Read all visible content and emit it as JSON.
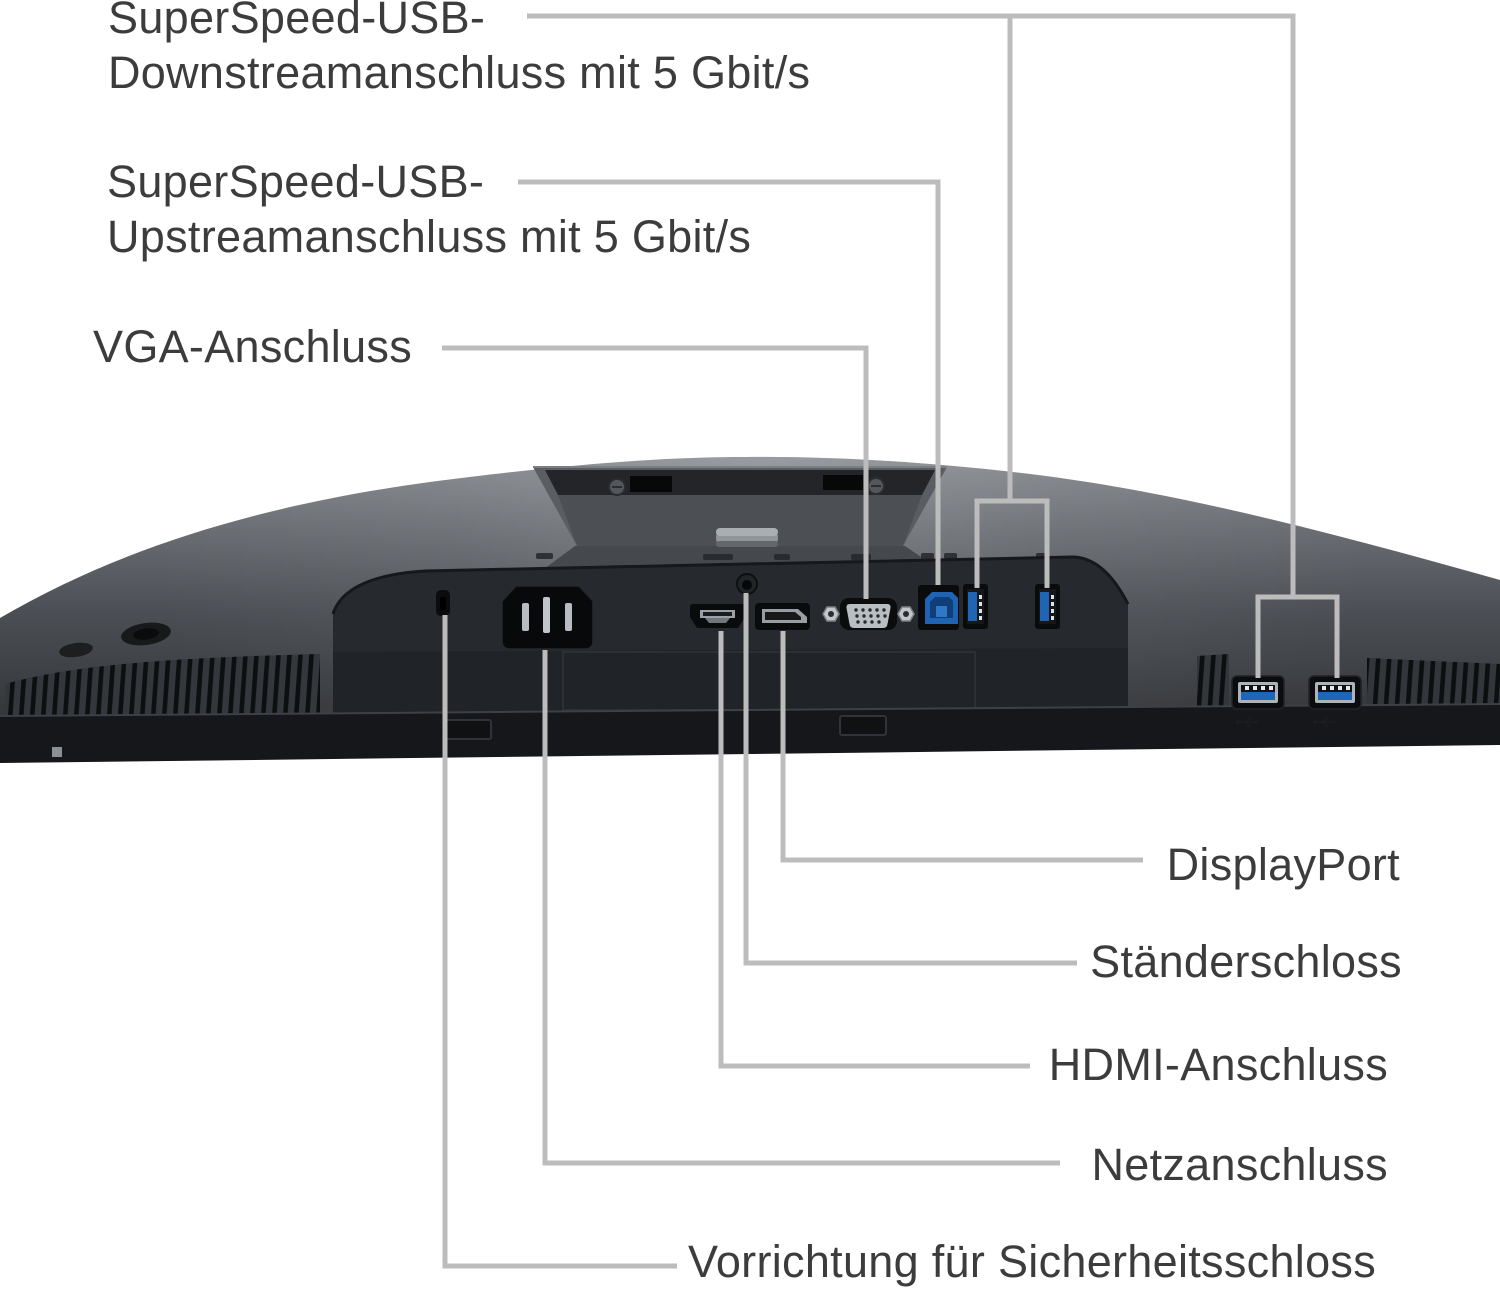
{
  "diagram_title": "Monitor rear port callout diagram",
  "colors": {
    "background": "#ffffff",
    "leader_line": "#bcbcbc",
    "label_text": "#3c3c3c",
    "usb_blue": "#1f64b2",
    "monitor_dark": "#2c2f33",
    "bezel": "#15171a"
  },
  "labels": {
    "downstream_line1": "SuperSpeed-USB-",
    "downstream_line2": "Downstreamanschluss mit 5 Gbit/s",
    "upstream_line1": "SuperSpeed-USB-",
    "upstream_line2": "Upstreamanschluss mit 5 Gbit/s",
    "vga": "VGA-Anschluss",
    "displayport": "DisplayPort",
    "stand_lock": "Ständerschloss",
    "hdmi": "HDMI-Anschluss",
    "power": "Netzanschluss",
    "security_slot": "Vorrichtung für Sicherheitsschloss"
  },
  "ports": [
    {
      "name": "security-lock-slot",
      "label": "Vorrichtung für Sicherheitsschloss"
    },
    {
      "name": "power-inlet",
      "label": "Netzanschluss"
    },
    {
      "name": "hdmi-port",
      "label": "HDMI-Anschluss"
    },
    {
      "name": "stand-lock-hole",
      "label": "Ständerschloss"
    },
    {
      "name": "displayport-port",
      "label": "DisplayPort"
    },
    {
      "name": "vga-port",
      "label": "VGA-Anschluss"
    },
    {
      "name": "usb-b-upstream-port",
      "label": "SuperSpeed-USB-Upstreamanschluss mit 5 Gbit/s"
    },
    {
      "name": "usb-a-downstream-port-1",
      "label": "SuperSpeed-USB-Downstreamanschluss mit 5 Gbit/s"
    },
    {
      "name": "usb-a-downstream-port-2",
      "label": "SuperSpeed-USB-Downstreamanschluss mit 5 Gbit/s"
    },
    {
      "name": "usb-a-downstream-port-3",
      "label": "SuperSpeed-USB-Downstreamanschluss mit 5 Gbit/s"
    },
    {
      "name": "usb-a-downstream-port-4",
      "label": "SuperSpeed-USB-Downstreamanschluss mit 5 Gbit/s"
    }
  ]
}
